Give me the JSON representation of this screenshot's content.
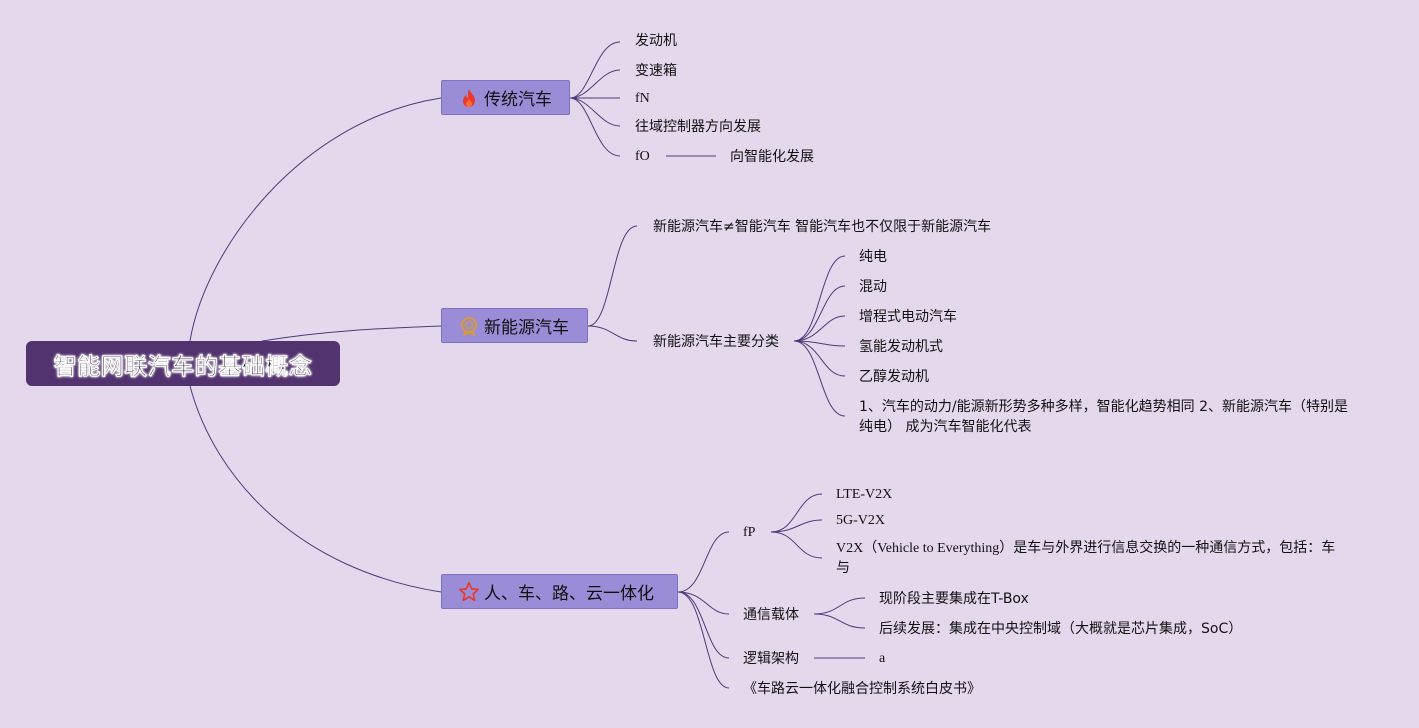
{
  "root": {
    "label": "智能网联汽车的基础概念"
  },
  "branches": [
    {
      "label": "传统汽车",
      "icon": "fire-icon",
      "children": [
        {
          "label": "发动机"
        },
        {
          "label": "变速箱"
        },
        {
          "label": "fN"
        },
        {
          "label": "往域控制器方向发展"
        },
        {
          "label": "fO",
          "children": [
            {
              "label": "向智能化发展"
            }
          ]
        }
      ]
    },
    {
      "label": "新能源汽车",
      "icon": "badge-icon",
      "children": [
        {
          "label": "新能源汽车≠智能汽车 智能汽车也不仅限于新能源汽车"
        },
        {
          "label": "新能源汽车主要分类",
          "children": [
            {
              "label": "纯电"
            },
            {
              "label": "混动"
            },
            {
              "label": "增程式电动汽车"
            },
            {
              "label": "氢能发动机式"
            },
            {
              "label": "乙醇发动机"
            },
            {
              "label": "1、汽车的动力/能源新形势多种多样，智能化趋势相同 2、新能源汽车（特别是纯电） 成为汽车智能化代表"
            }
          ]
        }
      ]
    },
    {
      "label": "人、车、路、云一体化",
      "icon": "star-icon",
      "children": [
        {
          "label": "fP",
          "children": [
            {
              "label": "LTE-V2X"
            },
            {
              "label": "5G-V2X"
            },
            {
              "label": "V2X（Vehicle to Everything）是车与外界进行信息交换的一种通信方式，包括：车与"
            }
          ]
        },
        {
          "label": "通信载体",
          "children": [
            {
              "label": "现阶段主要集成在T-Box"
            },
            {
              "label": "后续发展：集成在中央控制域（大概就是芯片集成，SoC）"
            }
          ]
        },
        {
          "label": "逻辑架构",
          "children": [
            {
              "label": "a"
            }
          ]
        },
        {
          "label": "《车路云一体化融合控制系统白皮书》"
        }
      ]
    }
  ],
  "colors": {
    "background": "#e4d9ec",
    "root_fill": "#52326f",
    "branch_fill": "#9a8cd6",
    "line": "#4b3a7a",
    "fire": "#e8392a",
    "badge": "#d79a3a",
    "star": "#e8392a"
  }
}
